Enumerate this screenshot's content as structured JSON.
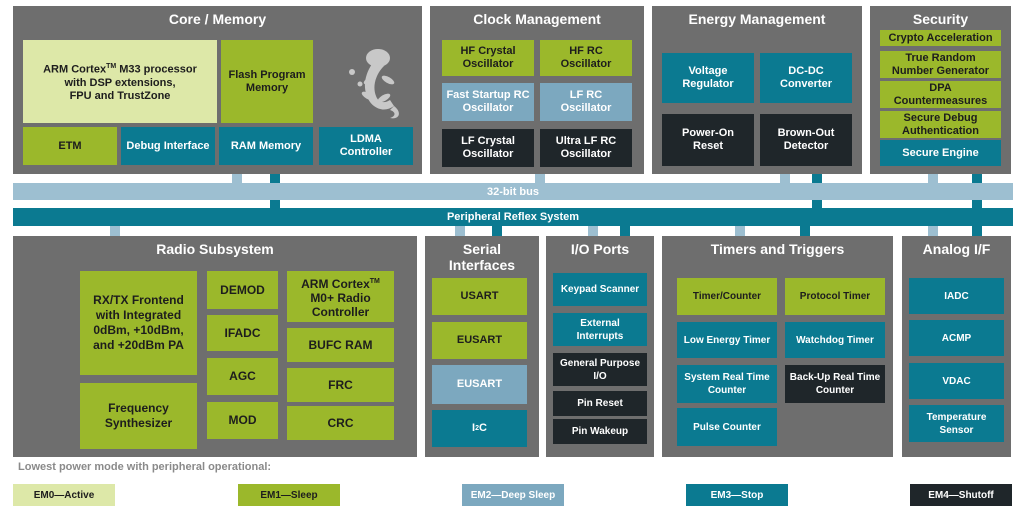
{
  "core": {
    "title": "Core / Memory",
    "cpu_line1": "ARM Cortex",
    "cpu_tm": "TM",
    "cpu_line1b": " M33 processor",
    "cpu_line2": "with DSP extensions,",
    "cpu_line3": "FPU and TrustZone",
    "flash": "Flash Program Memory",
    "etm": "ETM",
    "debug": "Debug Interface",
    "ram": "RAM Memory",
    "ldma": "LDMA Controller"
  },
  "clock": {
    "title": "Clock Management",
    "hf_crystal": "HF Crystal Oscillator",
    "hf_rc": "HF RC Oscillator",
    "fast_startup": "Fast Startup RC Oscillator",
    "lf_rc": "LF RC Oscillator",
    "lf_crystal": "LF Crystal Oscillator",
    "ulf_rc": "Ultra LF RC Oscillator"
  },
  "energy": {
    "title": "Energy Management",
    "vreg": "Voltage Regulator",
    "dcdc": "DC-DC Converter",
    "por": "Power-On Reset",
    "bod": "Brown-Out Detector"
  },
  "security": {
    "title": "Security",
    "crypto": "Crypto Acceleration",
    "trng": "True Random Number Generator",
    "dpa": "DPA Countermeasures",
    "sda": "Secure Debug Authentication",
    "se": "Secure Engine"
  },
  "bus": {
    "bus32": "32-bit bus",
    "prs": "Peripheral Reflex System"
  },
  "radio": {
    "title": "Radio Subsystem",
    "frontend": "RX/TX Frontend with Integrated 0dBm, +10dBm, and +20dBm PA",
    "freq": "Frequency Synthesizer",
    "demod": "DEMOD",
    "ifadc": "IFADC",
    "agc": "AGC",
    "mod": "MOD",
    "m0_line1": "ARM Cortex",
    "m0_tm": "TM",
    "m0_line2": "M0+ Radio",
    "m0_line3": "Controller",
    "bufc": "BUFC RAM",
    "frc": "FRC",
    "crc": "CRC"
  },
  "serial": {
    "title": "Serial Interfaces",
    "usart": "USART",
    "eusart1": "EUSART",
    "eusart2": "EUSART",
    "i2c_base": "I",
    "i2c_sup": "2",
    "i2c_end": "C"
  },
  "io": {
    "title": "I/O Ports",
    "keypad": "Keypad Scanner",
    "extint": "External Interrupts",
    "gpio": "General Purpose I/O",
    "pinreset": "Pin Reset",
    "pinwakeup": "Pin Wakeup"
  },
  "timers": {
    "title": "Timers and Triggers",
    "timer": "Timer/Counter",
    "protocol": "Protocol Timer",
    "letimer": "Low Energy Timer",
    "watchdog": "Watchdog Timer",
    "rtc": "System Real Time Counter",
    "backup": "Back-Up Real Time Counter",
    "pulse": "Pulse Counter"
  },
  "analog": {
    "title": "Analog I/F",
    "iadc": "IADC",
    "acmp": "ACMP",
    "vdac": "VDAC",
    "temp": "Temperature Sensor"
  },
  "legend": {
    "title": "Lowest power mode with peripheral operational:",
    "em0": "EM0—Active",
    "em1": "EM1—Sleep",
    "em2": "EM2—Deep Sleep",
    "em3": "EM3—Stop",
    "em4": "EM4—Shutoff",
    "colors": {
      "em0": "#dde8a8",
      "em1": "#9bb82b",
      "em2": "#7ca8bf",
      "em3": "#0b7a91",
      "em4": "#1f262a"
    }
  }
}
